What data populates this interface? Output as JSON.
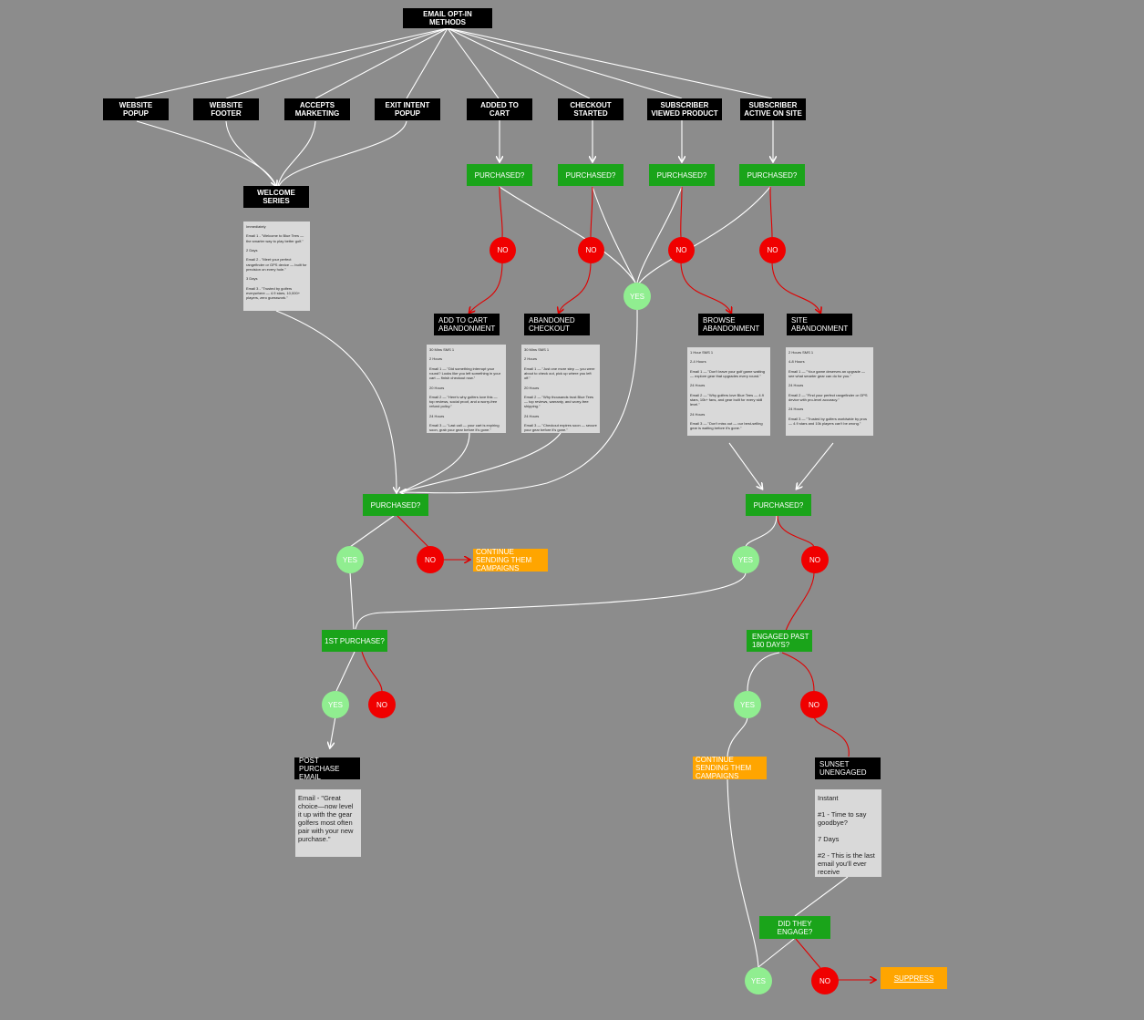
{
  "diagram": {
    "title": "EMAIL OPT-IN METHODS",
    "optins": {
      "website_popup": "WEBSITE POPUP",
      "website_footer": "WEBSITE FOOTER",
      "accepts_marketing": "ACCEPTS MARKETING",
      "exit_intent_popup": "EXIT INTENT POPUP",
      "added_to_cart": "ADDED TO CART",
      "checkout_started": "CHECKOUT STARTED",
      "subscriber_viewed_product": "SUBSCRIBER VIEWED PRODUCT",
      "subscriber_active_on_site": "SUBSCRIBER ACTIVE ON SITE"
    },
    "decisions": {
      "purchased": "PURCHASED?",
      "first_purchase": "1ST PURCHASE?",
      "engaged_180": "ENGAGED PAST 180 DAYS?",
      "did_they_engage": "DID THEY ENGAGE?"
    },
    "answers": {
      "yes": "YES",
      "no": "NO"
    },
    "flows": {
      "welcome_series": "WELCOME SERIES",
      "add_to_cart_abandonment": "ADD TO CART ABANDONMENT",
      "abandoned_checkout": "ABANDONED CHECKOUT",
      "browse_abandonment": "BROWSE ABANDONMENT",
      "site_abandonment": "SITE ABANDONMENT",
      "post_purchase": "POST PURCHASE Email",
      "sunset_unengaged": "SUNSET UNENGAGED"
    },
    "outcomes": {
      "continue_campaigns": "CONTINUE SENDING THEM CAMPAIGNS",
      "suppress": "SUPPRESS"
    },
    "notes": {
      "welcome": "Immediately\n\nEmail 1 - \"Welcome to Blue Tees — the smarter way to play better golf.\"\n\n2 Days\n\nEmail 2 - \"Meet your perfect rangefinder or GPS device — built for precision on every hole.\"\n\n3 Days\n\nEmail 3 - \"Trusted by golfers everywhere — 4.9 stars, 10,000+ players, zero guesswork.\"",
      "add_to_cart": "30 Mins SMS 1\n\n2 Hours\n\nEmail 1 — \"Did something interrupt your round? Looks like you left something in your cart — finish checkout now.\"\n\n20 Hours\n\nEmail 2 — \"Here's why golfers love this — top reviews, social proof, and a worry-free refund policy.\"\n\n24 Hours\n\nEmail 3 — \"Last call — your cart is expiring soon, grab your gear before it's gone.\"",
      "abandoned_checkout": "30 Mins SMS 1\n\n2 Hours\n\nEmail 1 — \"Just one more step — you were about to check out, pick up where you left off.\"\n\n20 Hours\n\nEmail 2 — \"Why thousands trust Blue Tees — top reviews, warranty, and worry-free shipping.\"\n\n24 Hours\n\nEmail 3 — \"Checkout expires soon — secure your gear before it's gone.\"",
      "browse": "1 Hour SMS 1\n\n2-4 Hours\n\nEmail 1 — \"Don't leave your golf game waiting — explore gear that upgrades every round.\"\n\n24 Hours\n\nEmail 2 — \"Why golfers love Blue Tees — 4.9 stars, 10k+ fans, and gear built for every skill level.\"\n\n24 Hours\n\nEmail 3 — \"Don't miss out — our best-selling gear is waiting before it's gone.\"",
      "site": "2 Hours SMS 1\n\n4-8 Hours\n\nEmail 1 — \"Your game deserves an upgrade — see what smarter gear can do for you.\"\n\n24 Hours\n\nEmail 2 — \"Find your perfect rangefinder or GPS device with pro-level accuracy.\"\n\n24 Hours\n\nEmail 3 — \"Trusted by golfers worldwide by pros — 4.9 stars and 10k players can't be wrong.\"",
      "post_purchase": "Email  - \"Great choice—now level it up with the gear golfers most often pair with your new purchase.\"",
      "sunset": "Instant\n\n#1 - Time to say goodbye?\n\n7 Days\n\n#2 - This is the last email you'll ever receive"
    }
  }
}
